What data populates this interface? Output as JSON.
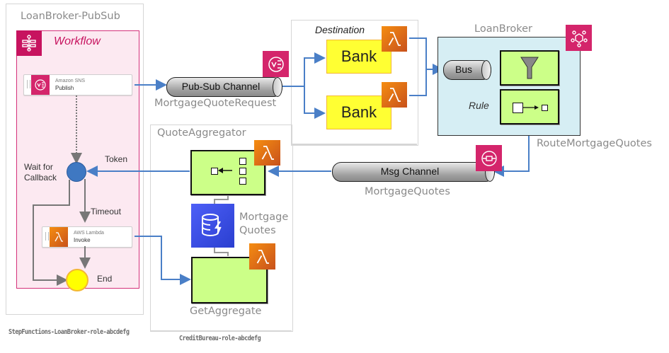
{
  "groups": {
    "loanbroker_pubsub": {
      "title": "LoanBroker-PubSub",
      "role": "StepFunctions-LoanBroker-role-abcdefg"
    },
    "destination": {
      "title": "Destination"
    },
    "loanbroker": {
      "title": "LoanBroker"
    },
    "quote_aggregator": {
      "title": "QuoteAggregator",
      "role": "CreditBureau-role-abcdefg"
    }
  },
  "workflow": {
    "title": "Workflow",
    "sns_task": {
      "service": "Amazon SNS",
      "action": "Publish"
    },
    "lambda_task": {
      "service": "AWS Lambda",
      "action": "Invoke"
    },
    "wait_state": "Wait for Callback",
    "token_label": "Token",
    "timeout_label": "Timeout",
    "end_label": "End"
  },
  "channels": {
    "pubsub": {
      "label": "Pub-Sub Channel",
      "name": "MortgageQuoteRequest"
    },
    "bus": {
      "label": "Bus"
    },
    "msg": {
      "label": "Msg Channel",
      "name": "MortgageQuotes"
    }
  },
  "banks": [
    "Bank",
    "Bank"
  ],
  "rule": {
    "label": "Rule",
    "name": "RouteMortgageQuotes"
  },
  "table": {
    "name_line1": "Mortgage",
    "name_line2": "Quotes"
  },
  "get_aggregate": {
    "name": "GetAggregate"
  },
  "colors": {
    "connector": "#4a7fc7",
    "workflow_border": "#d4317a",
    "workflow_fill": "#fce9f1",
    "filter_fill": "#ccff88",
    "bank_fill": "#ffff33",
    "loanbroker_fill": "#d6eef4",
    "wait_state": "#3f78c2",
    "end_state": "#ffff00"
  }
}
